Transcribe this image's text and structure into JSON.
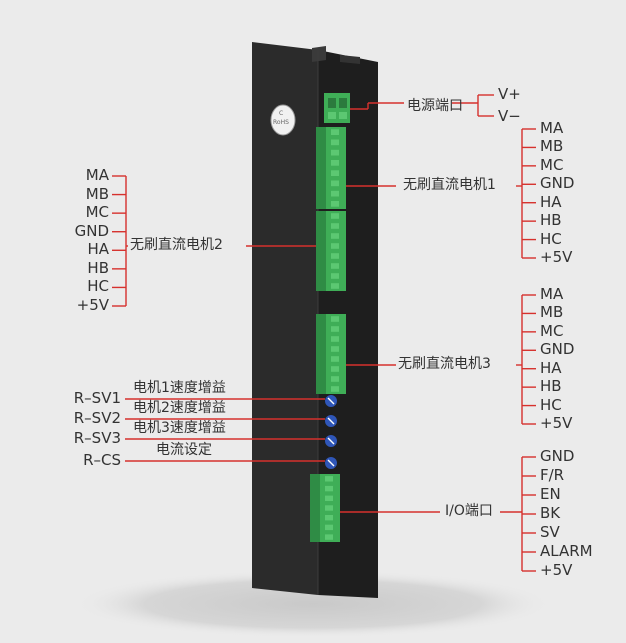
{
  "colors": {
    "background": "#ebebeb",
    "leader_line": "#d6312d",
    "housing": "#242424",
    "connector": "#3fae57",
    "potentiometer": "#2f56b8",
    "label_text": "#333333"
  },
  "power_port": {
    "label": "电源端口",
    "pins": [
      "V+",
      "V−"
    ]
  },
  "motor1": {
    "label": "无刷直流电机1",
    "pins": [
      "MA",
      "MB",
      "MC",
      "GND",
      "HA",
      "HB",
      "HC",
      "+5V"
    ]
  },
  "motor2": {
    "label": "无刷直流电机2",
    "pins": [
      "MA",
      "MB",
      "MC",
      "GND",
      "HA",
      "HB",
      "HC",
      "+5V"
    ]
  },
  "motor3": {
    "label": "无刷直流电机3",
    "pins": [
      "MA",
      "MB",
      "MC",
      "GND",
      "HA",
      "HB",
      "HC",
      "+5V"
    ]
  },
  "pots": [
    {
      "code": "R–SV1",
      "desc": "电机1速度增益"
    },
    {
      "code": "R–SV2",
      "desc": "电机2速度增益"
    },
    {
      "code": "R–SV3",
      "desc": "电机3速度增益"
    },
    {
      "code": "R–CS",
      "desc": "电流设定"
    }
  ],
  "io_port": {
    "label": "I/O端口",
    "pins": [
      "GND",
      "F/R",
      "EN",
      "BK",
      "SV",
      "ALARM",
      "+5V"
    ]
  },
  "badge": {
    "lines": [
      "C",
      "RoHS"
    ]
  }
}
